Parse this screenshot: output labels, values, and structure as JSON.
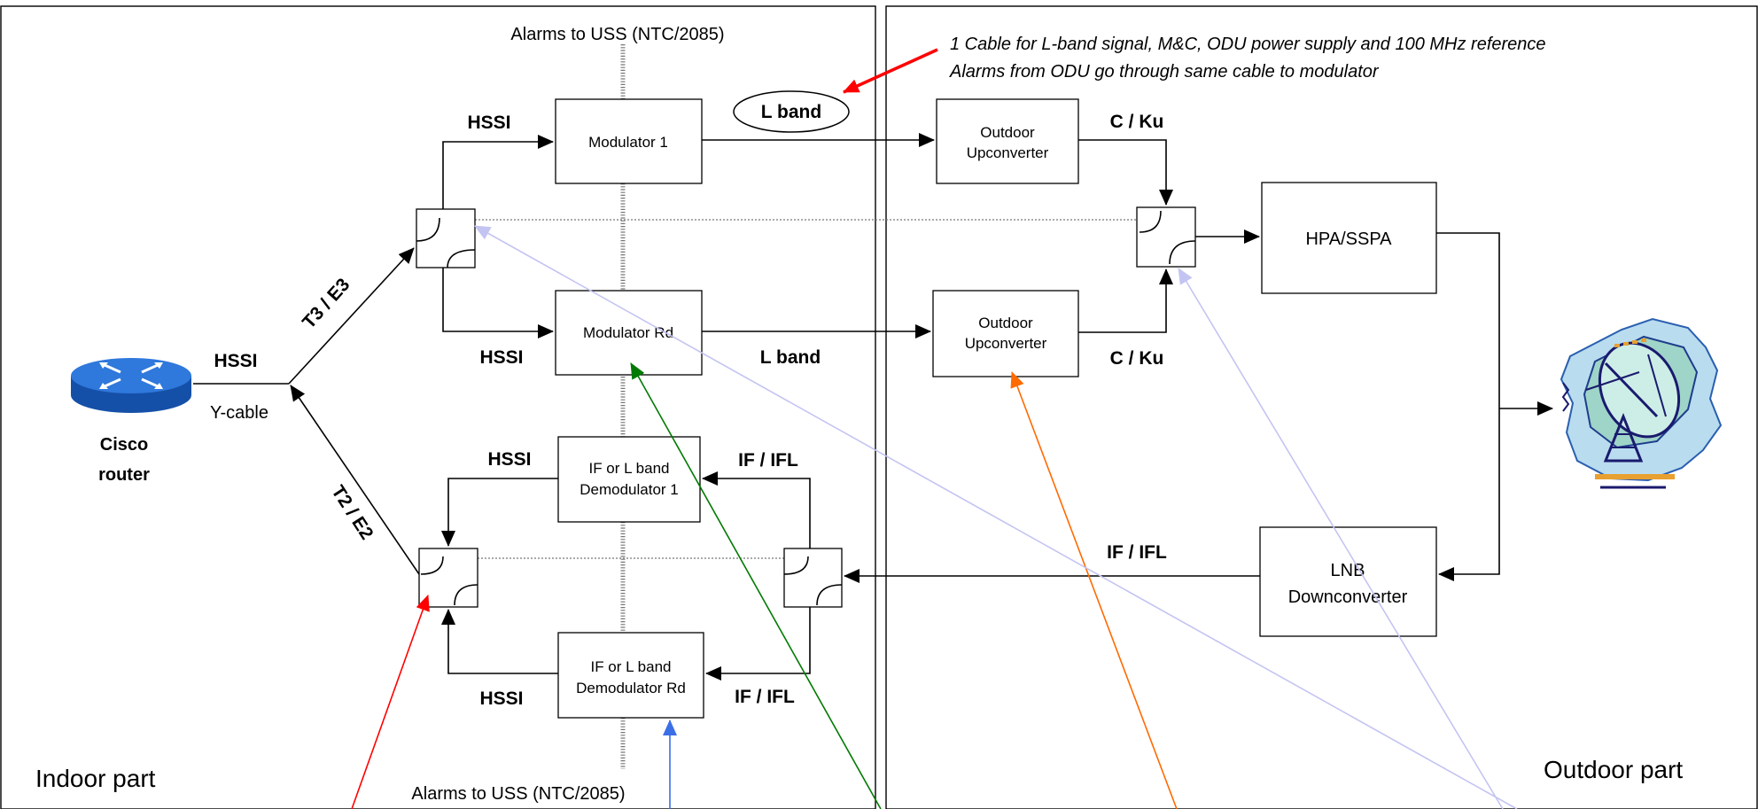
{
  "sections": {
    "indoor": "Indoor part",
    "outdoor": "Outdoor part"
  },
  "alarms_top": "Alarms to USS (NTC/2085)",
  "alarms_bottom": "Alarms to USS (NTC/2085)",
  "note": {
    "line1": "1 Cable for L-band signal, M&C, ODU power supply and 100 MHz reference",
    "line2": "Alarms from ODU go through same cable to modulator"
  },
  "router": {
    "line1": "Cisco",
    "line2": "router",
    "hssi": "HSSI",
    "ycable": "Y-cable"
  },
  "links": {
    "t3e3": "T3 / E3",
    "t2e2": "T2 / E2",
    "hssi_mod1": "HSSI",
    "hssi_modrd": "HSSI",
    "hssi_demod1": "HSSI",
    "hssi_demodrd": "HSSI",
    "lband_oval": "L band",
    "lband_rd": "L band",
    "cku_top": "C / Ku",
    "cku_bottom": "C / Ku",
    "if_ifl_demod1": "IF / IFL",
    "if_ifl_demodrd": "IF / IFL",
    "if_ifl_lnb": "IF / IFL"
  },
  "boxes": {
    "mod1": "Modulator 1",
    "modrd": "Modulator Rd",
    "demod1_l1": "IF or L band",
    "demod1_l2": "Demodulator 1",
    "demodrd_l1": "IF or L band",
    "demodrd_l2": "Demodulator Rd",
    "up1_l1": "Outdoor",
    "up1_l2": "Upconverter",
    "up2_l1": "Outdoor",
    "up2_l2": "Upconverter",
    "hpa": "HPA/SSPA",
    "lnb_l1": "LNB",
    "lnb_l2": "Downconverter"
  },
  "colors": {
    "red": "#ff0000",
    "green": "#007a00",
    "orange": "#ff6a00",
    "blue": "#3b6fe6",
    "lavender": "#c4c4f2",
    "router": "#1e63c8"
  }
}
